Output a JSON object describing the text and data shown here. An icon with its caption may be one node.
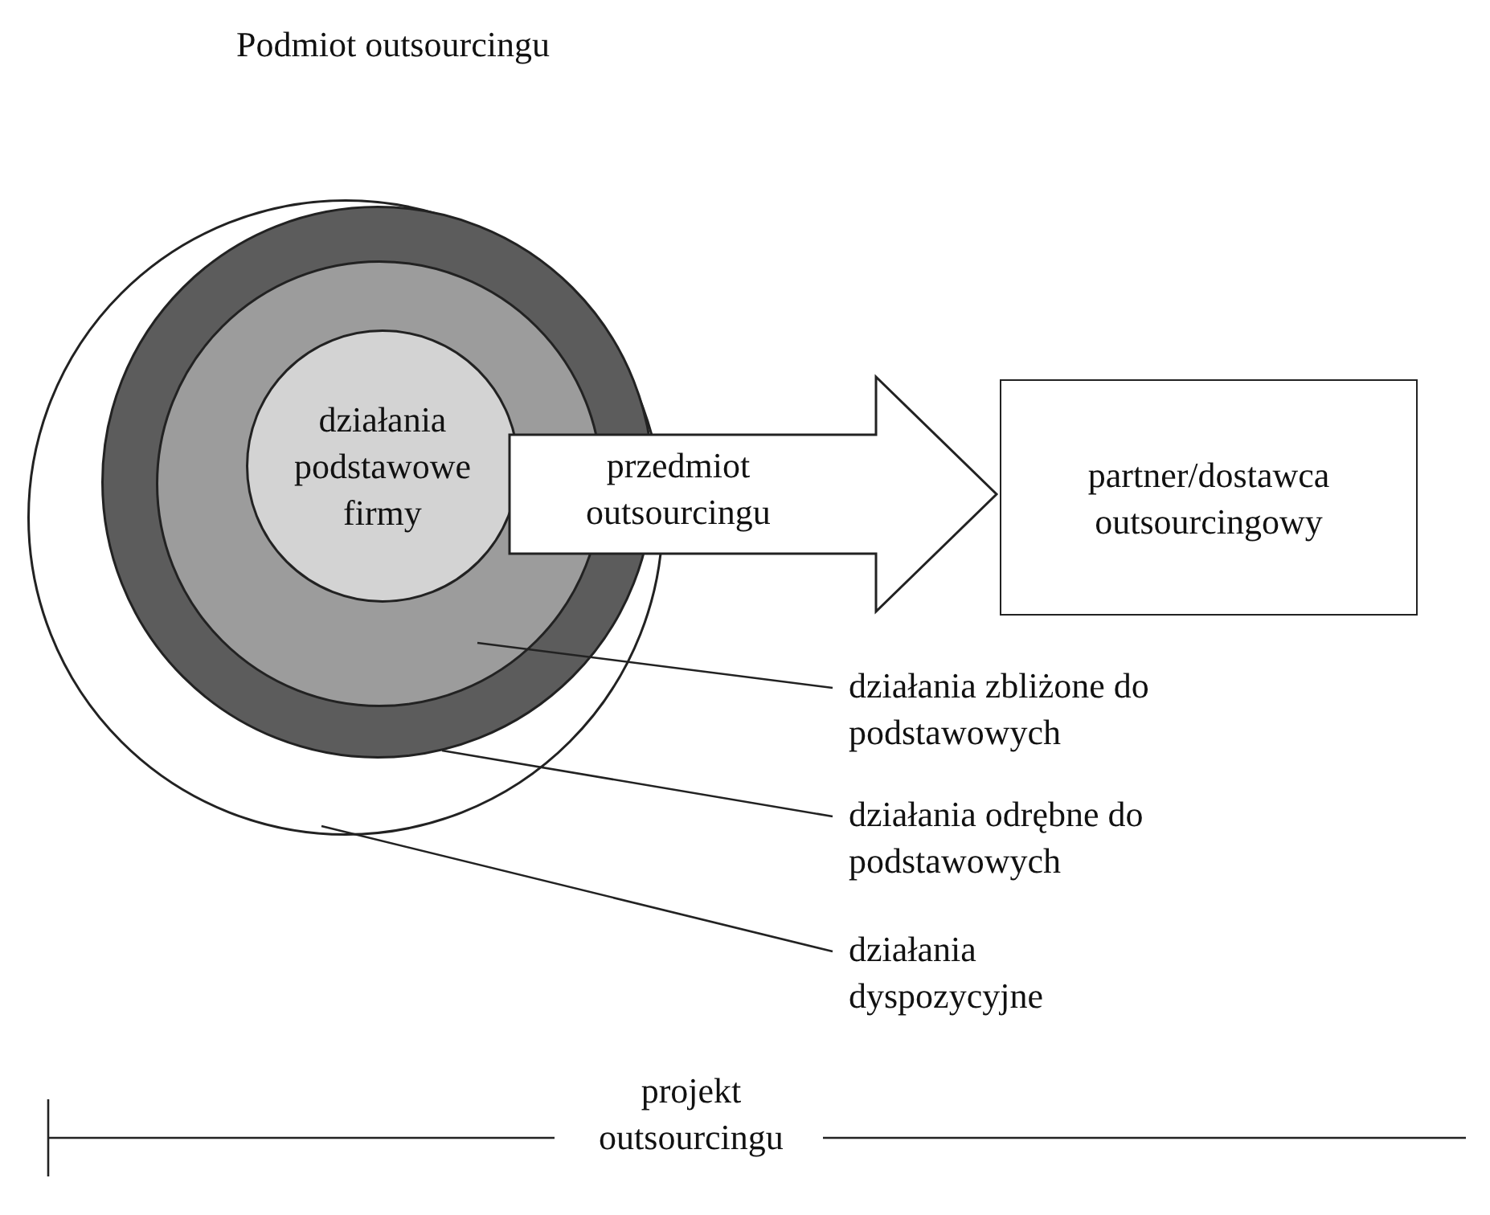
{
  "diagram": {
    "title": "Podmiot outsourcingu",
    "nodes": [
      {
        "text": [],
        "shape": "circle"
      },
      {
        "text": [],
        "shape": "circle",
        "in": 0
      },
      {
        "text": [],
        "shape": "circle",
        "in": 1
      },
      {
        "text": [
          "działania podstawowe firmy"
        ],
        "in": 2
      },
      {
        "text": [
          "partner/dostawca outsourcingowy"
        ]
      },
      {
        "text": [
          "działania zbliżone do podstawowych"
        ]
      },
      {
        "text": [
          "działania odrębne do podstawowych"
        ]
      },
      {
        "text": [
          "działania dyspozycyjne"
        ]
      }
    ],
    "edges": [
      {
        "from": 3,
        "to": 4,
        "arrow": "to",
        "label": "przedmiot outsourcingu",
        "style": "thick"
      },
      {
        "from": 5,
        "to": 2,
        "arrow": "none"
      },
      {
        "from": 6,
        "to": 1,
        "arrow": "none"
      },
      {
        "from": 7,
        "to": 0,
        "arrow": "none"
      }
    ],
    "labels": [
      "projekt outsourcingu"
    ]
  }
}
